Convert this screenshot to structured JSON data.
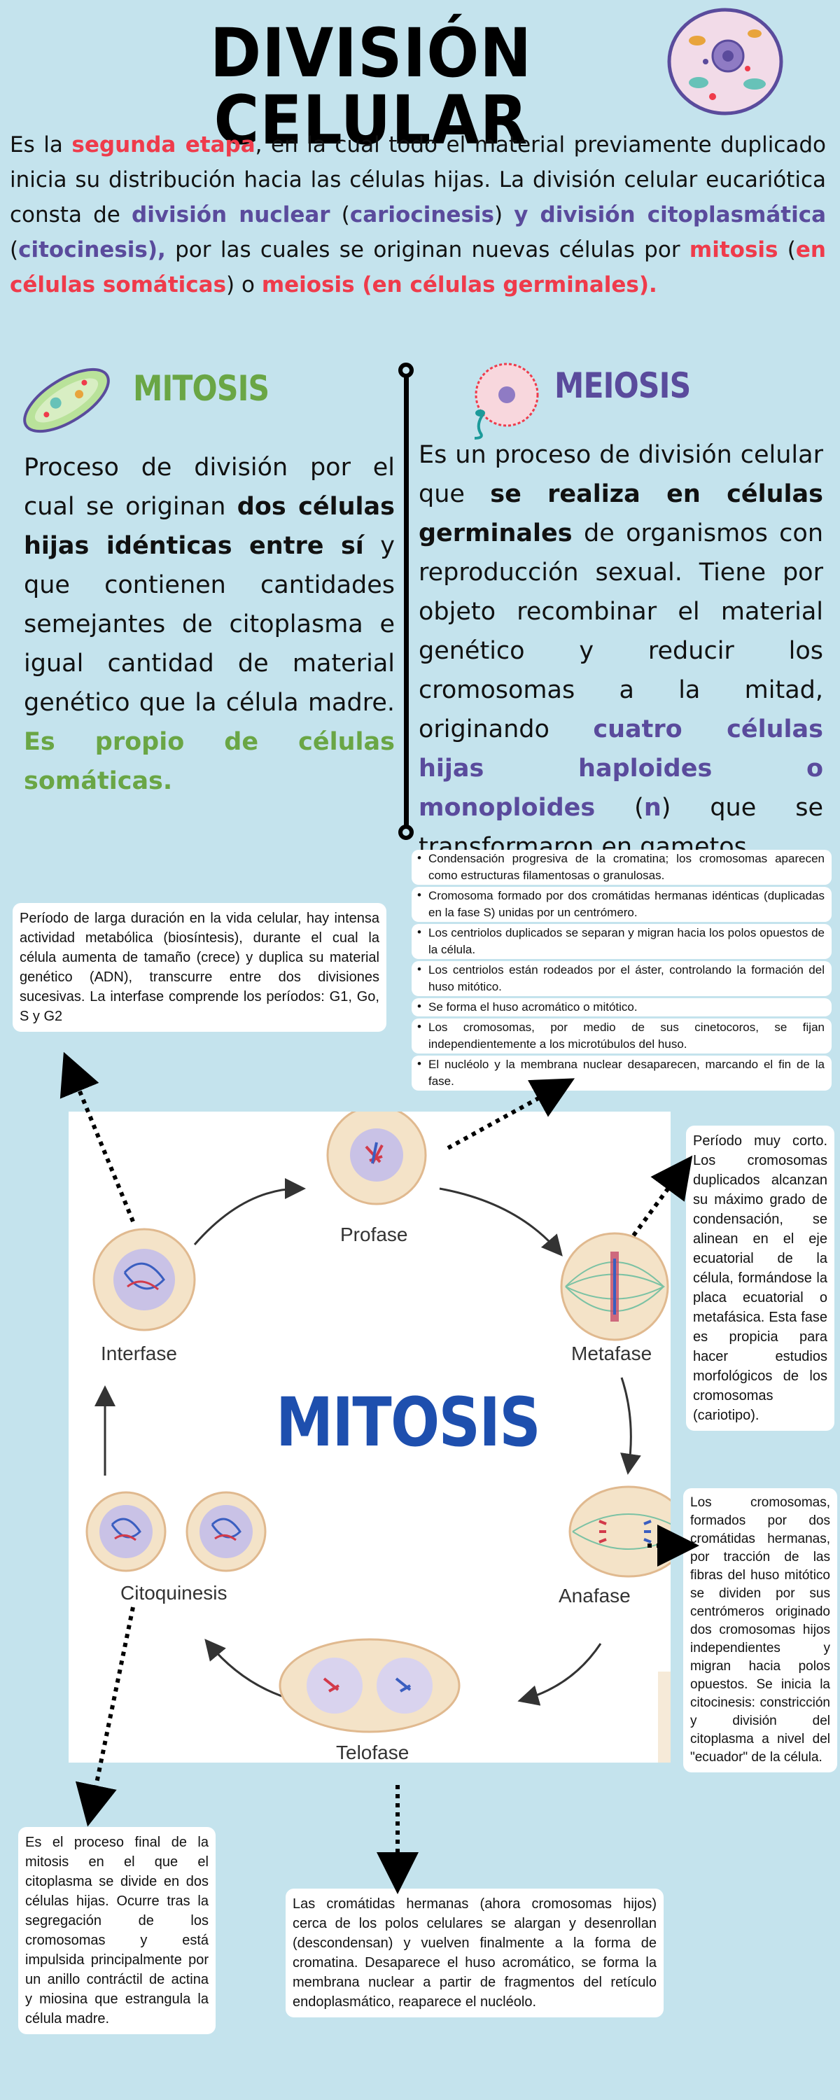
{
  "title": "DIVISIÓN CELULAR",
  "intro": {
    "t1": "Es la ",
    "t2": "segunda etapa",
    "t3": ", en la cual todo el material previamente duplicado inicia su distribución hacia las células hijas. La división celular eucariótica consta de ",
    "t4": "división nuclear",
    "t5": " (",
    "t6": "cariocinesis",
    "t7": ") ",
    "t8": "y división citoplasmática",
    "t9": " (",
    "t10": "citocinesis",
    "t11": "),",
    "t12": " por las cuales se originan nuevas células por ",
    "t13": "mitosis",
    "t14": " (",
    "t15": "en células somáticas",
    "t16": ") o ",
    "t17": "meiosis",
    "t18": " (",
    "t19": "en células germinales",
    "t20": ")."
  },
  "mitosis_section": {
    "heading": "MITOSIS",
    "p1": "Proceso de división por el cual se originan ",
    "p2": "dos células hijas idénticas entre sí",
    "p3": " y que contienen cantidades semejantes de citoplasma e igual cantidad de material genético que la célula madre. ",
    "p4": "Es propio de células somáticas."
  },
  "meiosis_section": {
    "heading": "MEIOSIS",
    "p1": "Es un proceso de división celular que ",
    "p2": "se realiza en células germinales",
    "p3": " de organismos con reproducción sexual. Tiene por objeto recombinar el material genético y reducir los cromosomas a la mitad, originando ",
    "p4": "cuatro células hijas haploides o monoploides",
    "p5": " (",
    "p6": "n",
    "p7": ") que se transformaron en gametos."
  },
  "profase_list": [
    "Condensación progresiva de la cromatina; los cromosomas aparecen como estructuras filamentosas o granulosas.",
    "Cromosoma formado por dos cromátidas hermanas idénticas (duplicadas en la fase S) unidas por un centrómero.",
    "Los centriolos duplicados se separan y migran hacia los polos opuestos de la célula.",
    "Los centriolos están rodeados por el áster, controlando la formación del huso mitótico.",
    "Se forma el huso acromático o mitótico.",
    "Los cromosomas, por medio de sus cinetocoros, se fijan independientemente a los microtúbulos del huso.",
    "El nucléolo y la membrana nuclear desaparecen, marcando el fin de la fase."
  ],
  "interfase_box": "Período de larga duración en la vida celular, hay intensa actividad metabólica (biosíntesis), durante el cual la célula aumenta de tamaño (crece) y duplica su material genético (ADN), transcurre entre dos divisiones sucesivas. La interfase comprende los períodos: G1, Go, S y G2",
  "metafase_box": "Período muy corto. Los cromosomas duplicados alcanzan su máximo grado de condensación, se alinean en el eje ecuatorial de la célula, formándose la placa ecuatorial o metafásica. Esta fase es propicia para hacer estudios morfológicos de los cromosomas (cariotipo).",
  "anafase_box": "Los cromosomas, formados por dos cromátidas hermanas, por tracción de las fibras del huso mitótico se dividen por sus centrómeros originado dos cromosomas hijos independientes y migran hacia polos opuestos. Se inicia la citocinesis: constricción y división del citoplasma a nivel del \"ecuador\" de la célula.",
  "citoquinesis_box": "Es el proceso final de la mitosis en el que el citoplasma se divide en dos células hijas. Ocurre tras la segregación de los cromosomas y está impulsida principalmente por un anillo contráctil de actina y miosina que estrangula la célula madre.",
  "telofase_box": "Las cromátidas hermanas (ahora cromosomas hijos) cerca de los polos celulares se alargan y desenrollan (descondensan) y vuelven finalmente a la forma de cromatina. Desaparece el huso acromático, se forma la membrana nuclear a partir de fragmentos del retículo endoplasmático, reaparece el nucléolo.",
  "diagram": {
    "title": "MITOSIS",
    "labels": {
      "profase": "Profase",
      "metafase": "Metafase",
      "anafase": "Anafase",
      "telofase": "Telofase",
      "citoquinesis": "Citoquinesis",
      "interfase": "Interfase"
    }
  },
  "colors": {
    "background": "#c4e3ed",
    "red": "#ef3b4b",
    "purple": "#5a4b9c",
    "green": "#6aa645",
    "diagram_title": "#1e4fae"
  }
}
